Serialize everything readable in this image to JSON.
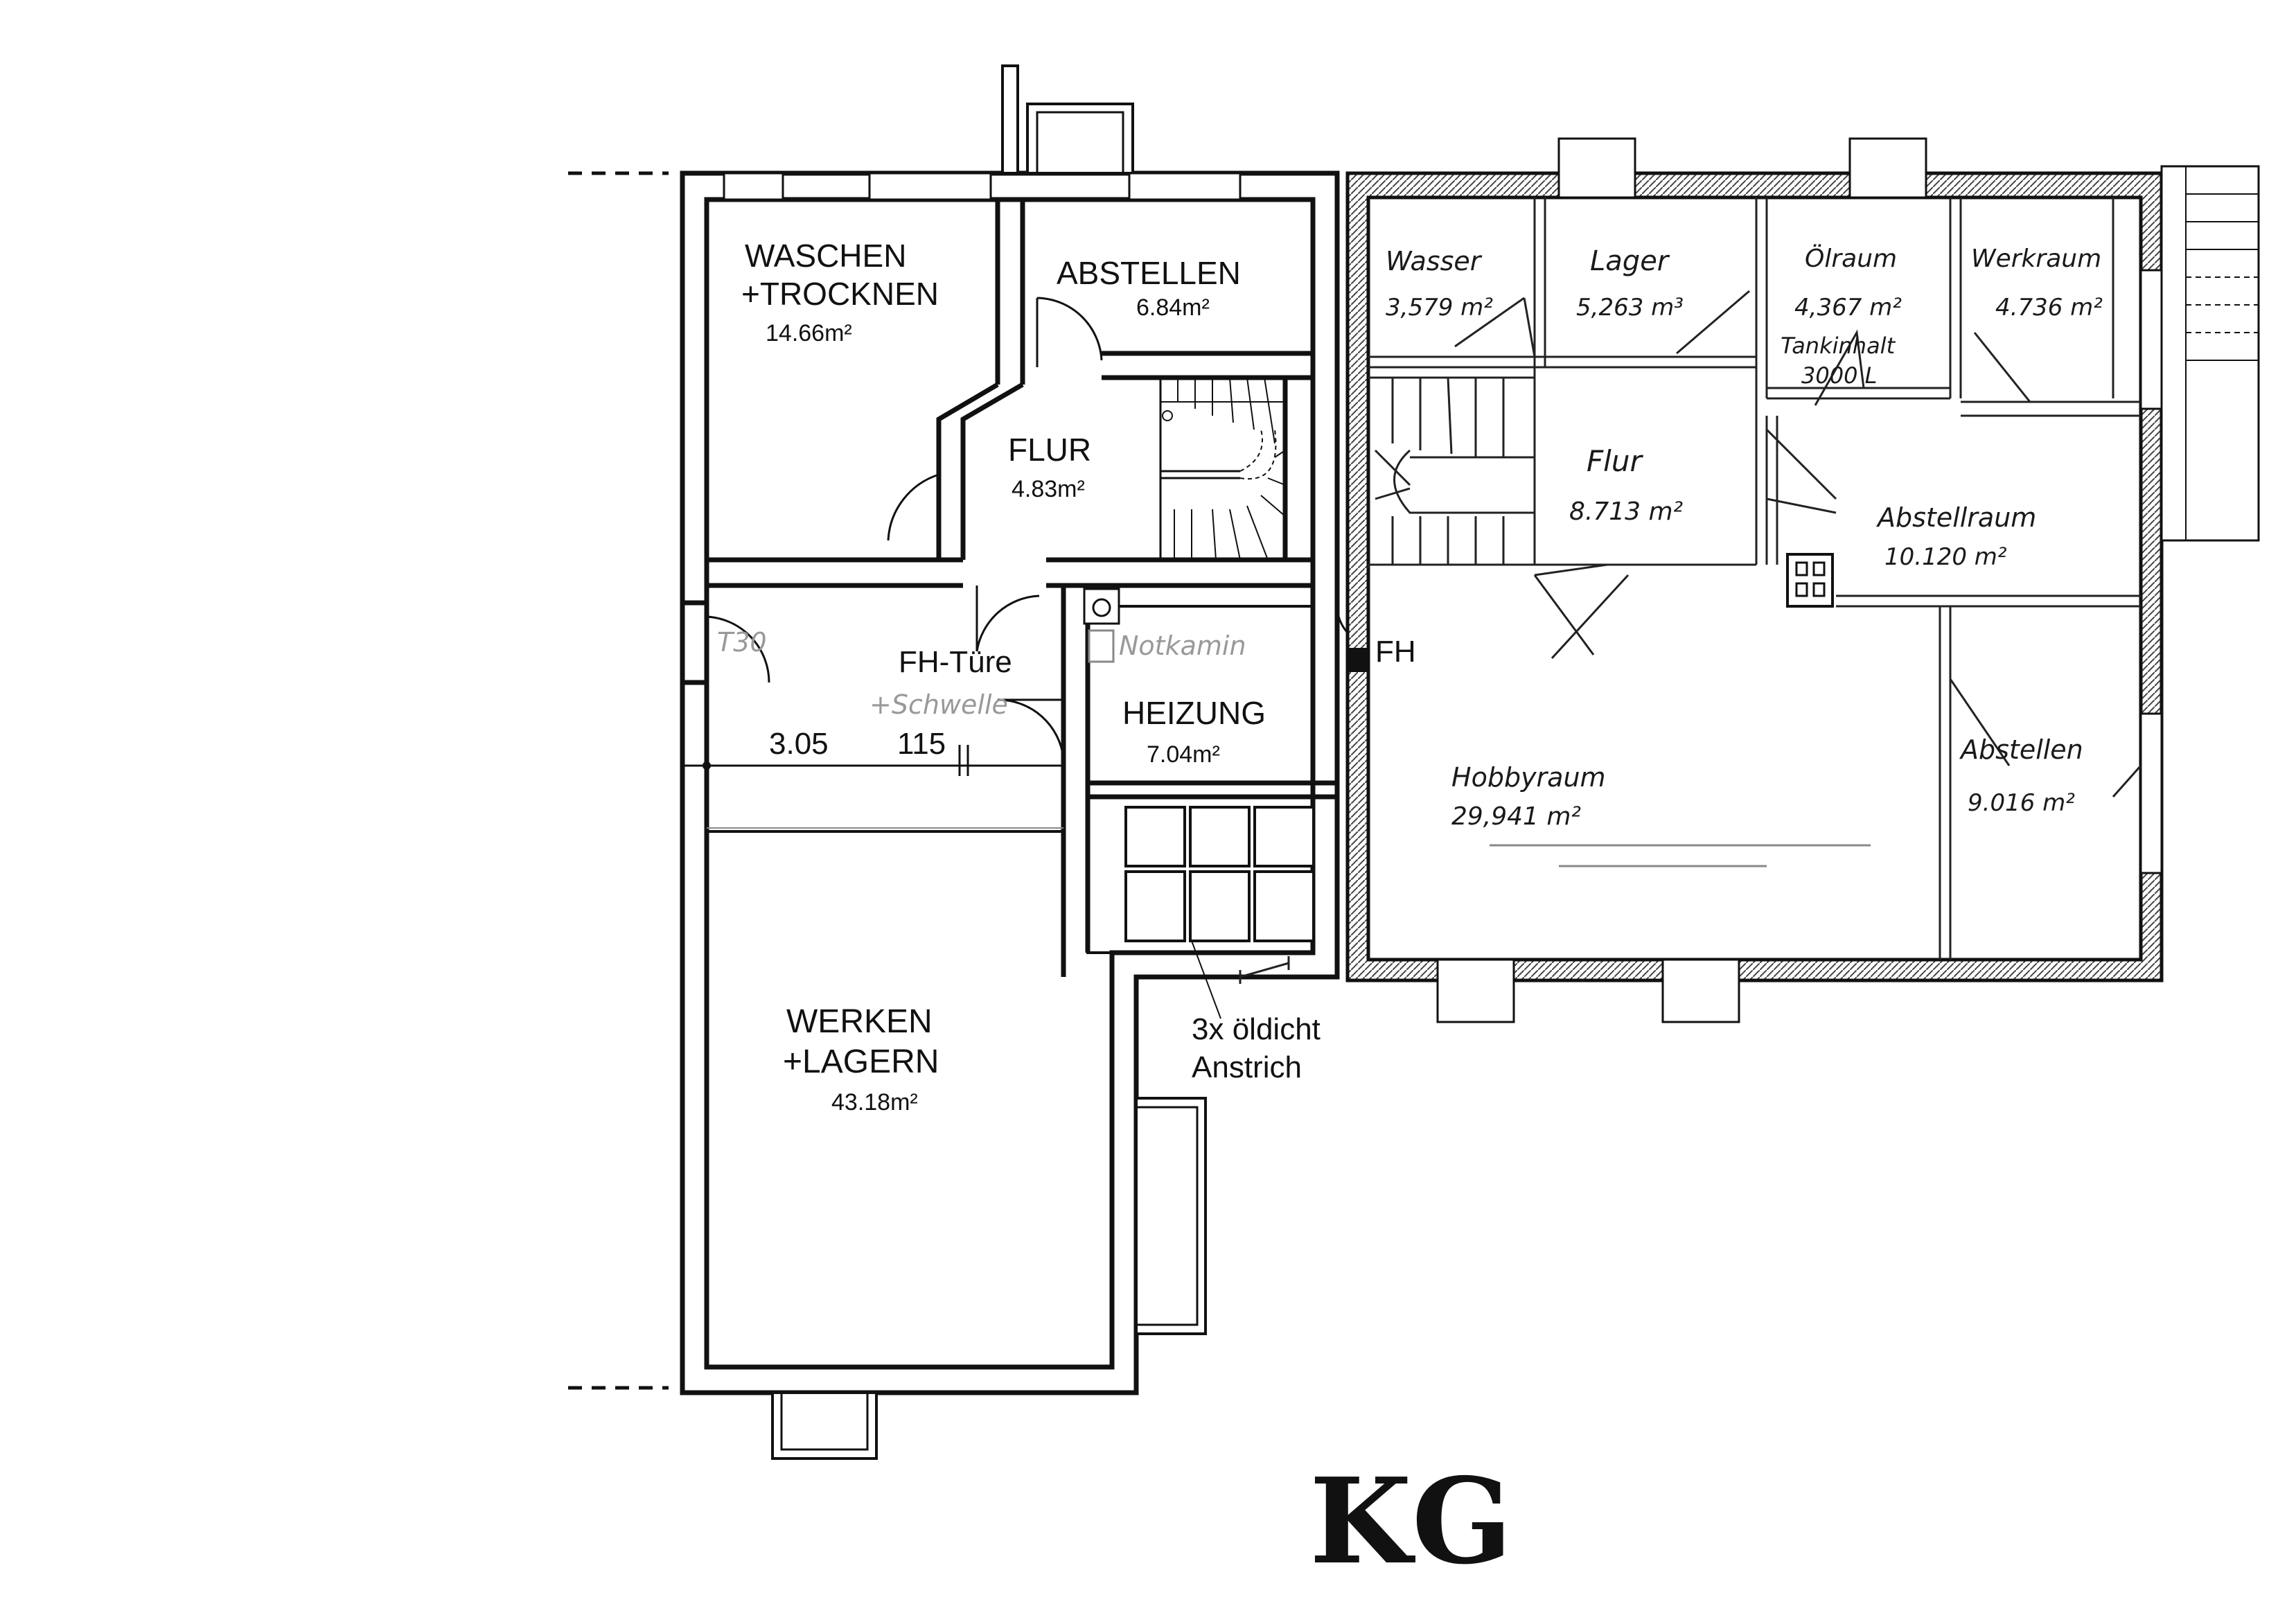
{
  "plan_label": "KG",
  "left_wing": {
    "rooms": [
      {
        "id": "waschen",
        "name_line1": "WASCHEN",
        "name_line2": "+TROCKNEN",
        "area": "14.66m²"
      },
      {
        "id": "abstellen",
        "name_line1": "ABSTELLEN",
        "area": "6.84m²"
      },
      {
        "id": "flur",
        "name_line1": "FLUR",
        "area": "4.83m²"
      },
      {
        "id": "heizung",
        "name_line1": "HEIZUNG",
        "area": "7.04m²"
      },
      {
        "id": "werken",
        "name_line1": "WERKEN",
        "name_line2": "+LAGERN",
        "area": "43.18m²"
      }
    ],
    "annotations": {
      "fh_tuere": "FH-Türe",
      "schwelle": "+Schwelle",
      "t30": "T30",
      "notkamin": "Notkamin",
      "dim_305": "3.05",
      "dim_115": "115",
      "oil_coat_line1": "3x öldicht",
      "oil_coat_line2": "Anstrich",
      "fh_right": "FH"
    }
  },
  "right_wing": {
    "rooms": [
      {
        "id": "wasser",
        "name": "Wasser",
        "area": "3,579 m²"
      },
      {
        "id": "lager",
        "name": "Lager",
        "area": "5,263 m³"
      },
      {
        "id": "oelraum",
        "name": "Ölraum",
        "area": "4,367 m²",
        "extra_line1": "Tankinhalt",
        "extra_line2": "3000 L"
      },
      {
        "id": "werkraum",
        "name": "Werkraum",
        "area": "4.736 m²"
      },
      {
        "id": "flur2",
        "name": "Flur",
        "area": "8.713 m²"
      },
      {
        "id": "abstellraum",
        "name": "Abstellraum",
        "area": "10.120 m²"
      },
      {
        "id": "hobbyraum",
        "name": "Hobbyraum",
        "area": "29,941 m²"
      },
      {
        "id": "abstellen2",
        "name": "Abstellen",
        "area": "9.016 m²"
      }
    ]
  }
}
